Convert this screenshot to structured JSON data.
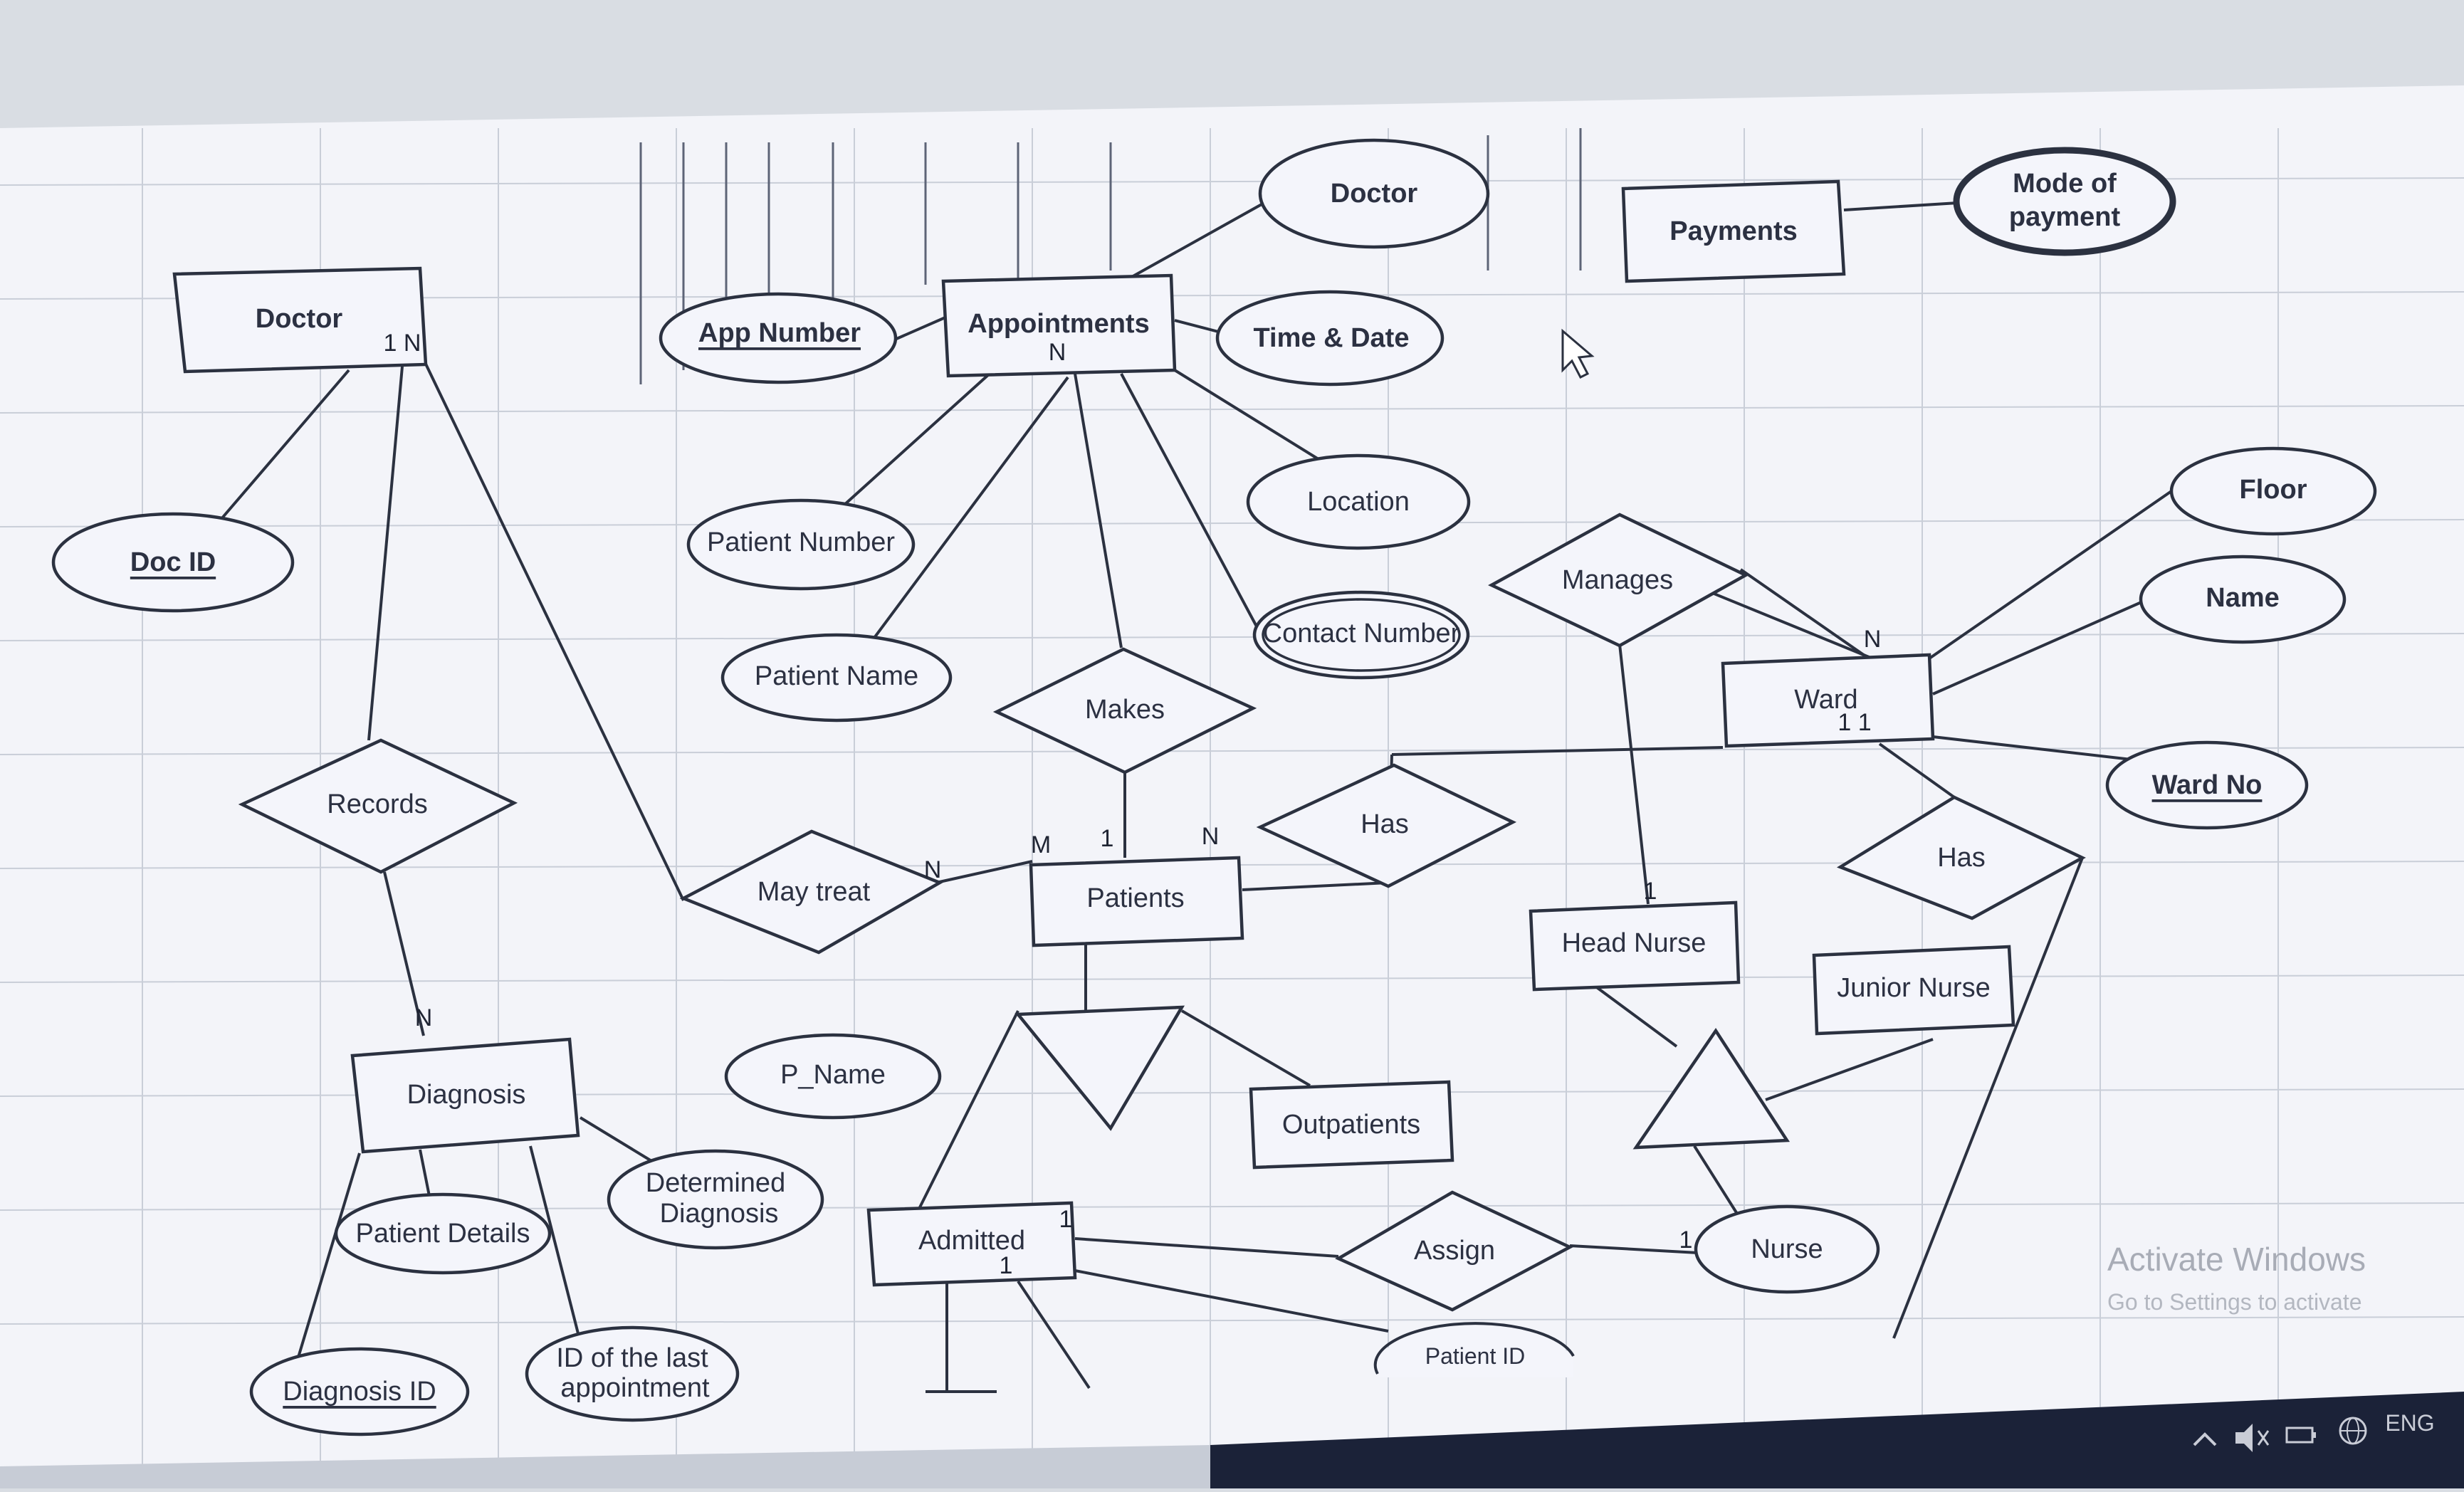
{
  "colors": {
    "paper": "#f4f5fb",
    "ink": "#2b3140",
    "background": "#d9dde3",
    "taskbar": "#1b2238"
  },
  "nodes": {
    "doctor_entity": "Doctor",
    "doc_id": "Doc ID",
    "records": "Records",
    "diagnosis": "Diagnosis",
    "patient_details": "Patient Details",
    "determined_diagnosis_1": "Determined",
    "determined_diagnosis_2": "Diagnosis",
    "diagnosis_id": "Diagnosis ID",
    "id_last_appt_1": "ID of the last",
    "id_last_appt_2": "appointment",
    "app_number": "App Number",
    "appointments": "Appointments",
    "doctor_attr": "Doctor",
    "time_date": "Time & Date",
    "location": "Location",
    "contact_number": "Contact Number",
    "patient_number": "Patient Number",
    "patient_name": "Patient Name",
    "makes": "Makes",
    "may_treat": "May treat",
    "patients": "Patients",
    "has_patients": "Has",
    "p_name": "P_Name",
    "outpatients": "Outpatients",
    "admitted": "Admitted",
    "assign": "Assign",
    "nurse": "Nurse",
    "patient_id": "Patient ID",
    "payments": "Payments",
    "mode_payment_1": "Mode of",
    "mode_payment_2": "payment",
    "manages": "Manages",
    "ward": "Ward",
    "floor": "Floor",
    "name": "Name",
    "ward_no": "Ward No",
    "has_ward": "Has",
    "head_nurse": "Head Nurse",
    "junior_nurse": "Junior Nurse"
  },
  "cardinalities": {
    "doctor": "1 N",
    "appointments": "N",
    "records_diag": "N",
    "maytreat_n": "N",
    "patients_m": "M",
    "patients_1": "1",
    "patients_n": "N",
    "ward_n": "N",
    "ward_11": "1  1",
    "head_nurse_1": "1",
    "admitted_1a": "1",
    "admitted_1b": "1",
    "nurse_1": "1"
  },
  "watermark": {
    "line1": "Activate Windows",
    "line2": "Go to Settings to activate"
  },
  "taskbar": {
    "lang": "ENG"
  }
}
